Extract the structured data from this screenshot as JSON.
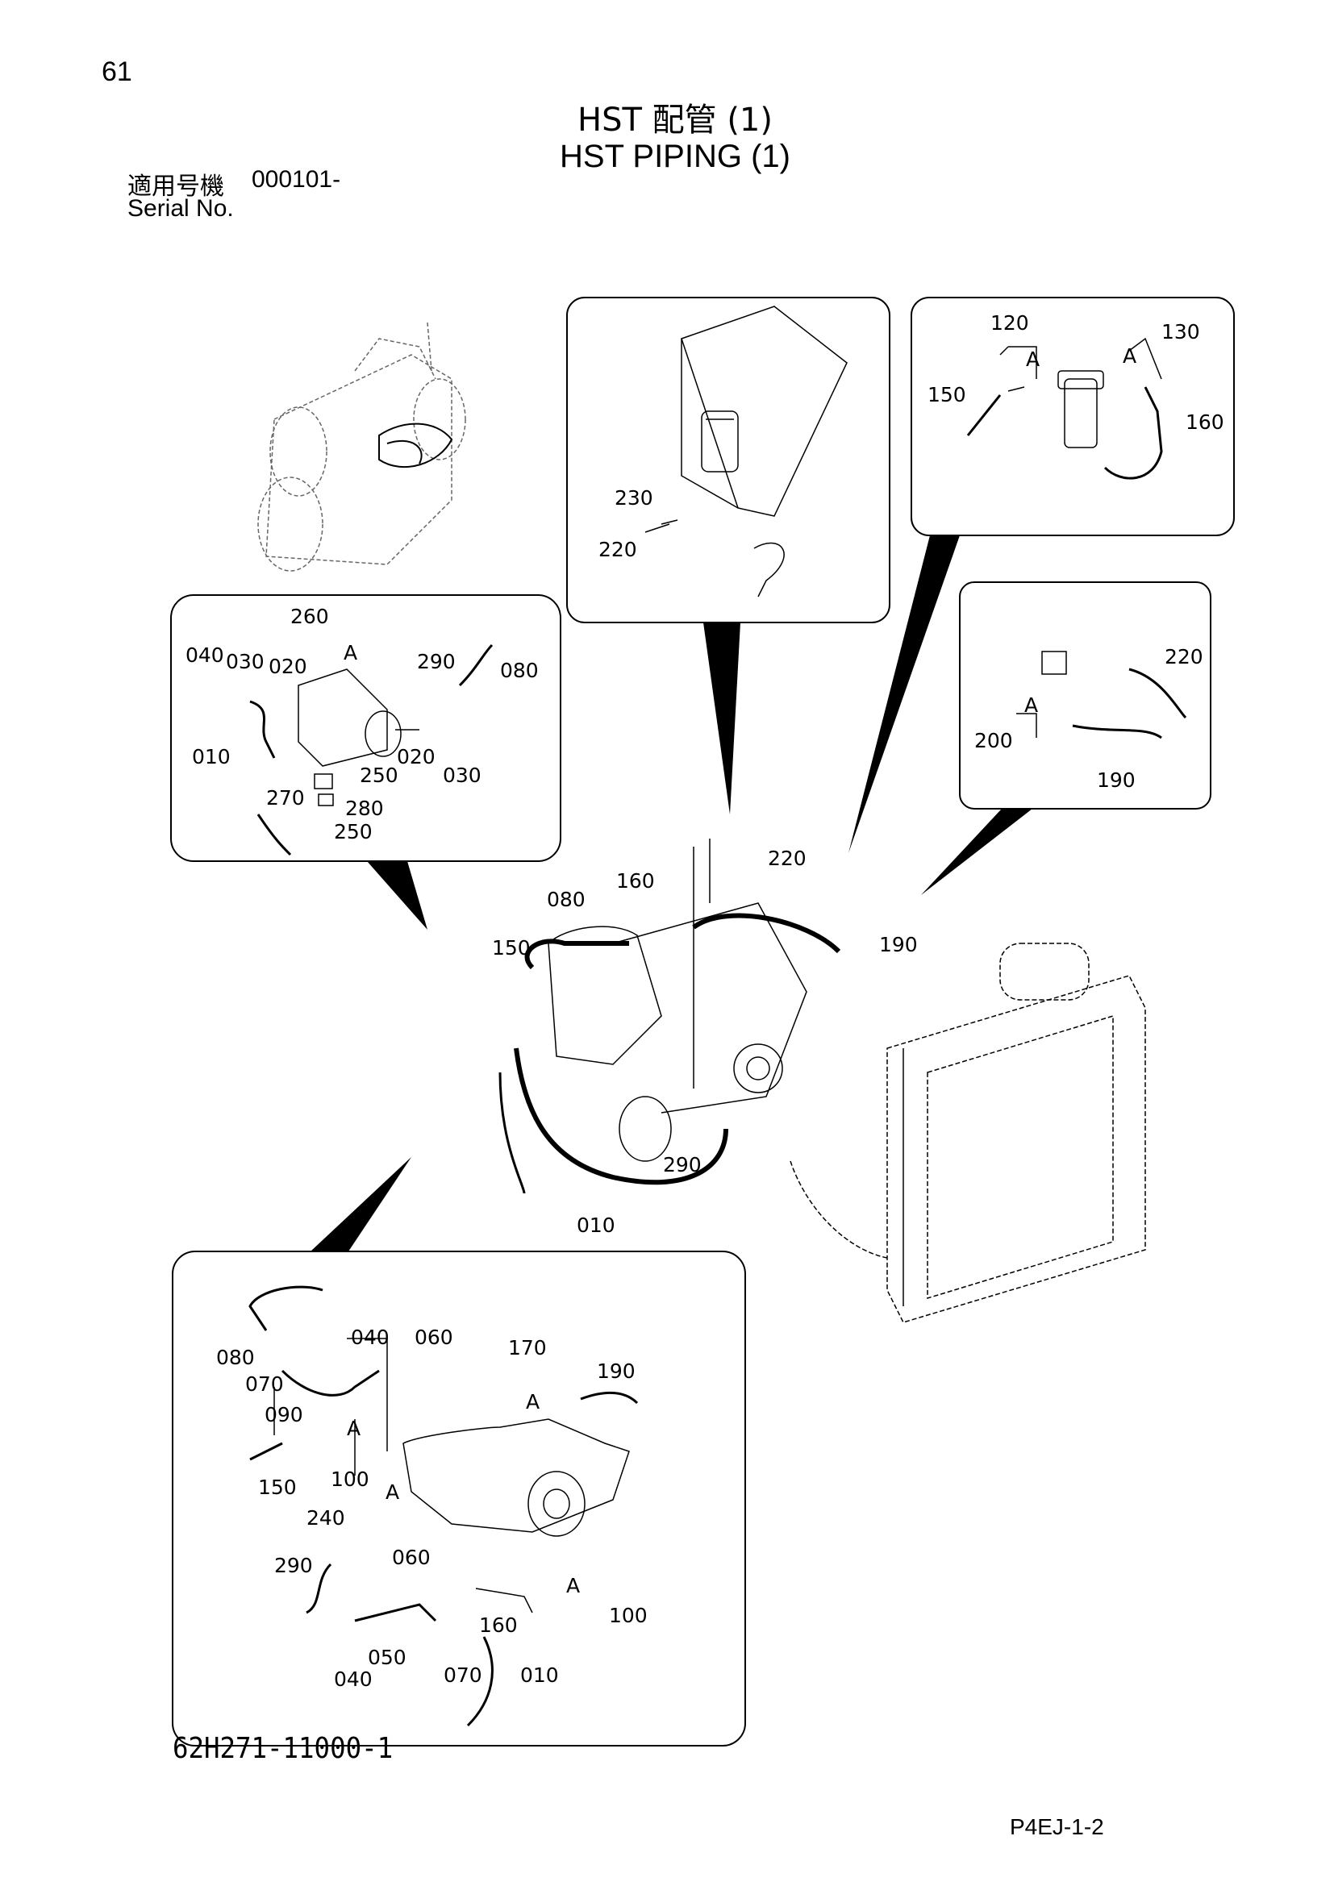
{
  "page_number": "61",
  "title_jp": "HST 配管 (1)",
  "title_en": "HST PIPING (1)",
  "serial_label_jp": "適用号機",
  "serial_value": "000101-",
  "serial_label_en": "Serial No.",
  "drawing_number": "62H271-11000-1",
  "page_code": "P4EJ-1-2",
  "detail_marker": "A",
  "callouts": {
    "filter_bracket": [
      "230",
      "220"
    ],
    "filter_detail": [
      "120",
      "130",
      "150",
      "160"
    ],
    "pump_upper": [
      "260",
      "040",
      "030",
      "020",
      "290",
      "080",
      "010",
      "250",
      "020",
      "030",
      "270",
      "280",
      "250"
    ],
    "hose_detail": [
      "220",
      "200",
      "190"
    ],
    "main_view": [
      "220",
      "160",
      "080",
      "190",
      "150",
      "290",
      "010"
    ],
    "pump_lower": [
      "080",
      "040",
      "060",
      "070",
      "170",
      "190",
      "090",
      "150",
      "100",
      "240",
      "290",
      "060",
      "160",
      "100",
      "050",
      "070",
      "010",
      "040"
    ]
  }
}
